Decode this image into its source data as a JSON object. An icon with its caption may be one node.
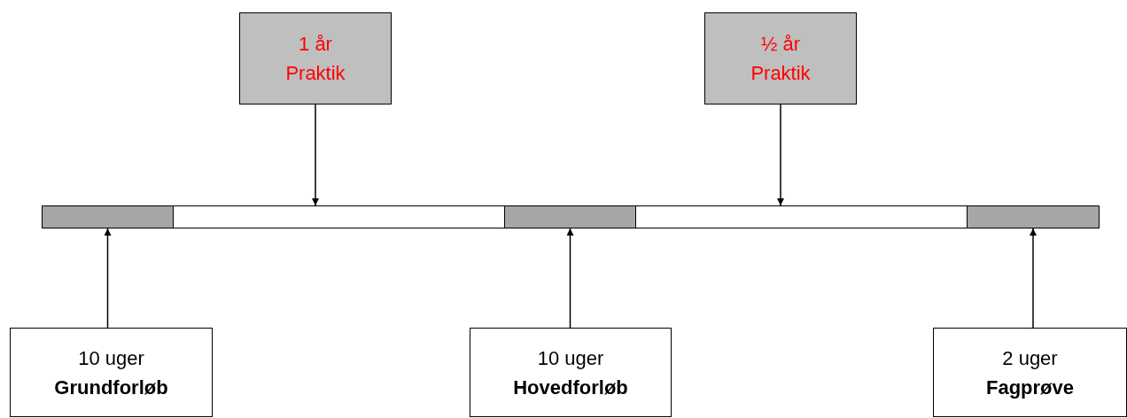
{
  "diagram": {
    "nodes": [
      {
        "text": [
          "1 år",
          "Praktik"
        ]
      },
      {
        "text": [
          "½ år",
          "Praktik"
        ]
      },
      {
        "text": [],
        "shape": "bar"
      },
      {
        "text": [],
        "shape": "bar"
      },
      {
        "text": [],
        "shape": "bar"
      },
      {
        "text": [],
        "shape": "bar"
      },
      {
        "text": [],
        "shape": "bar"
      },
      {
        "text": [
          "10 uger",
          "Grundforløb"
        ]
      },
      {
        "text": [
          "10 uger",
          "Hovedforløb"
        ]
      },
      {
        "text": [
          "2 uger",
          "Fagprøve"
        ]
      }
    ],
    "edges": [
      {
        "from": 0,
        "to": 3,
        "arrow": "to"
      },
      {
        "from": 1,
        "to": 5,
        "arrow": "to"
      },
      {
        "from": 7,
        "to": 2,
        "arrow": "to"
      },
      {
        "from": 8,
        "to": 4,
        "arrow": "to"
      },
      {
        "from": 9,
        "to": 6,
        "arrow": "to"
      }
    ]
  }
}
